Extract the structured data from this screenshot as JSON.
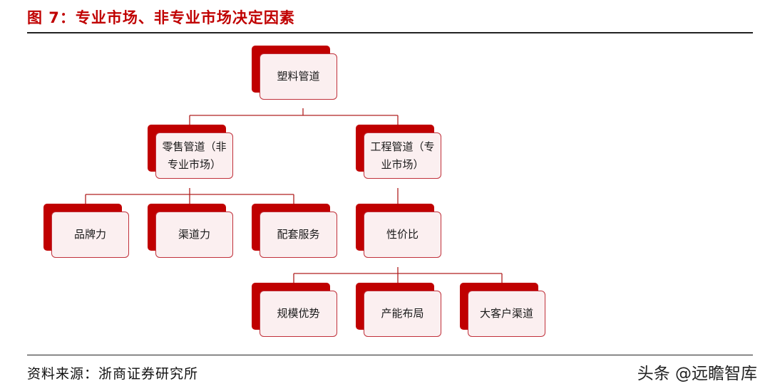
{
  "header": {
    "title": "图 7：专业市场、非专业市场决定因素"
  },
  "footer": {
    "source": "资料来源：浙商证券研究所",
    "watermark": "头条 @远瞻智库"
  },
  "diagram": {
    "root": "塑料管道",
    "retail": "零售管道（非专业市场）",
    "engineering": "工程管道（专业市场）",
    "brand": "品牌力",
    "channel": "渠道力",
    "service": "配套服务",
    "price_perf": "性价比",
    "scale": "规模优势",
    "capacity": "产能布局",
    "key_account": "大客户渠道"
  },
  "colors": {
    "accent": "#c00000",
    "box_fill": "#fbeff0",
    "box_border": "#c0303a"
  }
}
